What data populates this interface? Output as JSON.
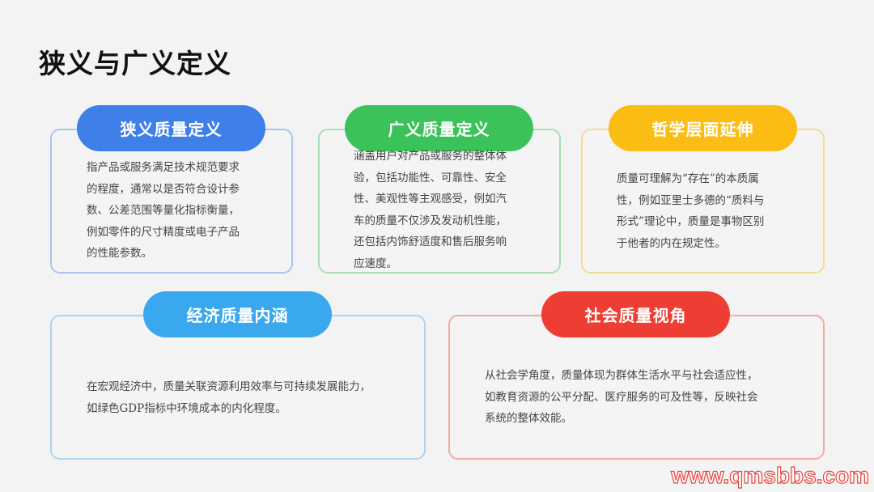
{
  "title": "狭义与广义定义",
  "cards": [
    {
      "label": "狭义质量定义",
      "color": "#3f7fe8",
      "border": "#aac4ef",
      "lines": [
        "指产品或服务满足技术规范要求",
        "的程度，通常以是否符合设计参",
        "数、公差范围等量化指标衡量，",
        "例如零件的尺寸精度或电子产品",
        "的性能参数。"
      ]
    },
    {
      "label": "广义质量定义",
      "color": "#3cc25a",
      "border": "#a9dfb4",
      "lines": [
        "涵盖用户对产品或服务的整体体",
        "验，包括功能性、可靠性、安全",
        "性、美观性等主观感受，例如汽",
        "车的质量不仅涉及发动机性能，",
        "还包括内饰舒适度和售后服务响",
        "应速度。"
      ]
    },
    {
      "label": "哲学层面延伸",
      "color": "#fbbd14",
      "border": "#f3dc8e",
      "lines": [
        "质量可理解为“存在”的本质属",
        "性，例如亚里士多德的“质料与",
        "形式”理论中，质量是事物区别",
        "于他者的内在规定性。"
      ]
    },
    {
      "label": "经济质量内涵",
      "color": "#3aa8ee",
      "border": "#a9d5f2",
      "lines": [
        "在宏观经济中，质量关联资源利用效率与可持续发展能力，",
        "如绿色GDP指标中环境成本的内化程度。"
      ]
    },
    {
      "label": "社会质量视角",
      "color": "#ee3e33",
      "border": "#f2aaa6",
      "lines": [
        "从社会学角度，质量体现为群体生活水平与社会适应性，",
        "如教育资源的公平分配、医疗服务的可及性等，反映社会",
        "系统的整体效能。"
      ]
    }
  ],
  "watermark": "www.qmsbbs.com"
}
